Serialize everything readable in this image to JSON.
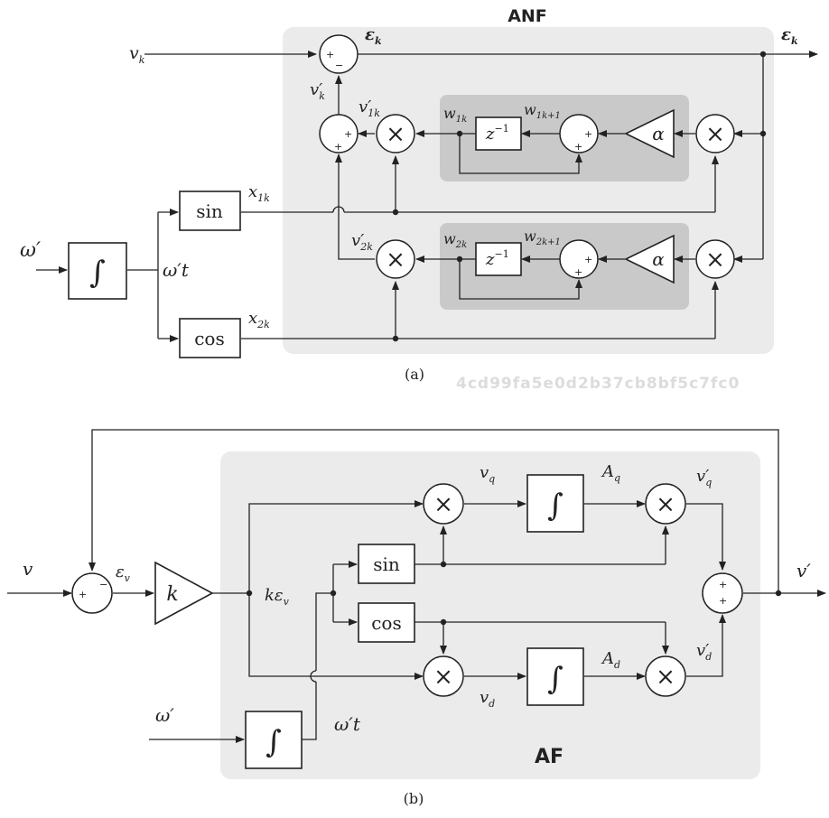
{
  "diagram_a": {
    "title": "ANF",
    "caption": "(a)",
    "watermark": "4cd99fa5e0d2b37cb8bf5c7fc0",
    "labels": {
      "vk": "v",
      "vk_sub": "k",
      "eps": "ε",
      "eps_sub": "k",
      "eps_out": "ε",
      "eps_out_sub": "k",
      "vk_prime": "v′",
      "vk_prime_sub": "k",
      "v1k_prime": "v′",
      "v1k_prime_sub": "1k",
      "v2k_prime": "v′",
      "v2k_prime_sub": "2k",
      "w1k": "w",
      "w1k_sub": "1k",
      "w1k1": "w",
      "w1k1_sub": "1k+1",
      "w2k": "w",
      "w2k_sub": "2k",
      "w2k1": "w",
      "w2k1_sub": "2k+1",
      "x1k": "x",
      "x1k_sub": "1k",
      "x2k": "x",
      "x2k_sub": "2k",
      "omega_in": "ω′",
      "omega_t": "ω′t",
      "sin": "sin",
      "cos": "cos",
      "alpha": "α",
      "zinv": "z",
      "zinv_sup": "−1",
      "integral": "∫",
      "times": "×"
    }
  },
  "diagram_b": {
    "title": "AF",
    "caption": "(b)",
    "labels": {
      "v_in": "v",
      "eps_v": "ε",
      "eps_v_sub": "v",
      "k": "k",
      "keps": "kε",
      "keps_sub": "v",
      "vq": "v",
      "vq_sub": "q",
      "vd": "v",
      "vd_sub": "d",
      "Aq": "A",
      "Aq_sub": "q",
      "Ad": "A",
      "Ad_sub": "d",
      "vq_prime": "v′",
      "vq_prime_sub": "q",
      "vd_prime": "v′",
      "vd_prime_sub": "d",
      "v_out": "v′",
      "omega_in": "ω′",
      "omega_t": "ω′t",
      "sin": "sin",
      "cos": "cos",
      "integral": "∫",
      "times": "×"
    }
  }
}
